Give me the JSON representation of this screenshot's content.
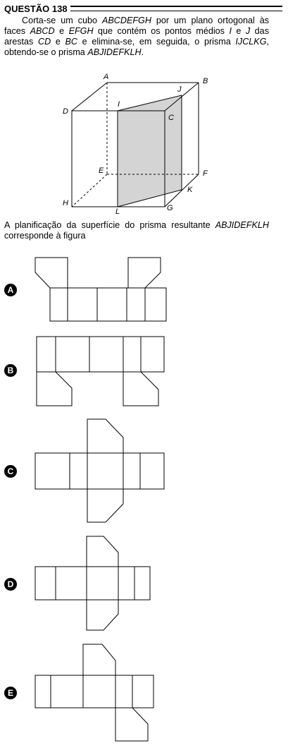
{
  "question": {
    "title": "QUESTÃO 138",
    "statement_1": "Corta-se um cubo ",
    "cube": "ABCDEFGH",
    "statement_2": " por um plano ortogonal às faces ",
    "face1": "ABCD",
    "statement_3": " e ",
    "face2": "EFGH",
    "statement_4": " que contém os pontos médios ",
    "point_i": "I",
    "statement_5": " e ",
    "point_j": "J",
    "statement_6": " das arestas ",
    "edge1": "CD",
    "statement_7": " e ",
    "edge2": "BC",
    "statement_8": " e elimina-se, em seguida, o prisma ",
    "prism_removed": "IJCLKG",
    "statement_9": ", obtendo-se o prisma ",
    "prism_result": "ABJIDEFKLH",
    "statement_10": ".",
    "prompt_1": "A planificação da superfície do prisma resultante ",
    "prompt_prism": "ABJIDEFKLH",
    "prompt_2": " corresponde à figura"
  },
  "figure": {
    "vertex_labels": {
      "A": "A",
      "B": "B",
      "C": "C",
      "D": "D",
      "E": "E",
      "F": "F",
      "G": "G",
      "H": "H",
      "I": "I",
      "J": "J",
      "K": "K",
      "L": "L"
    },
    "shade_color": "#d4d4d4"
  },
  "options": [
    {
      "letter": "A"
    },
    {
      "letter": "B"
    },
    {
      "letter": "C"
    },
    {
      "letter": "D"
    },
    {
      "letter": "E"
    }
  ]
}
